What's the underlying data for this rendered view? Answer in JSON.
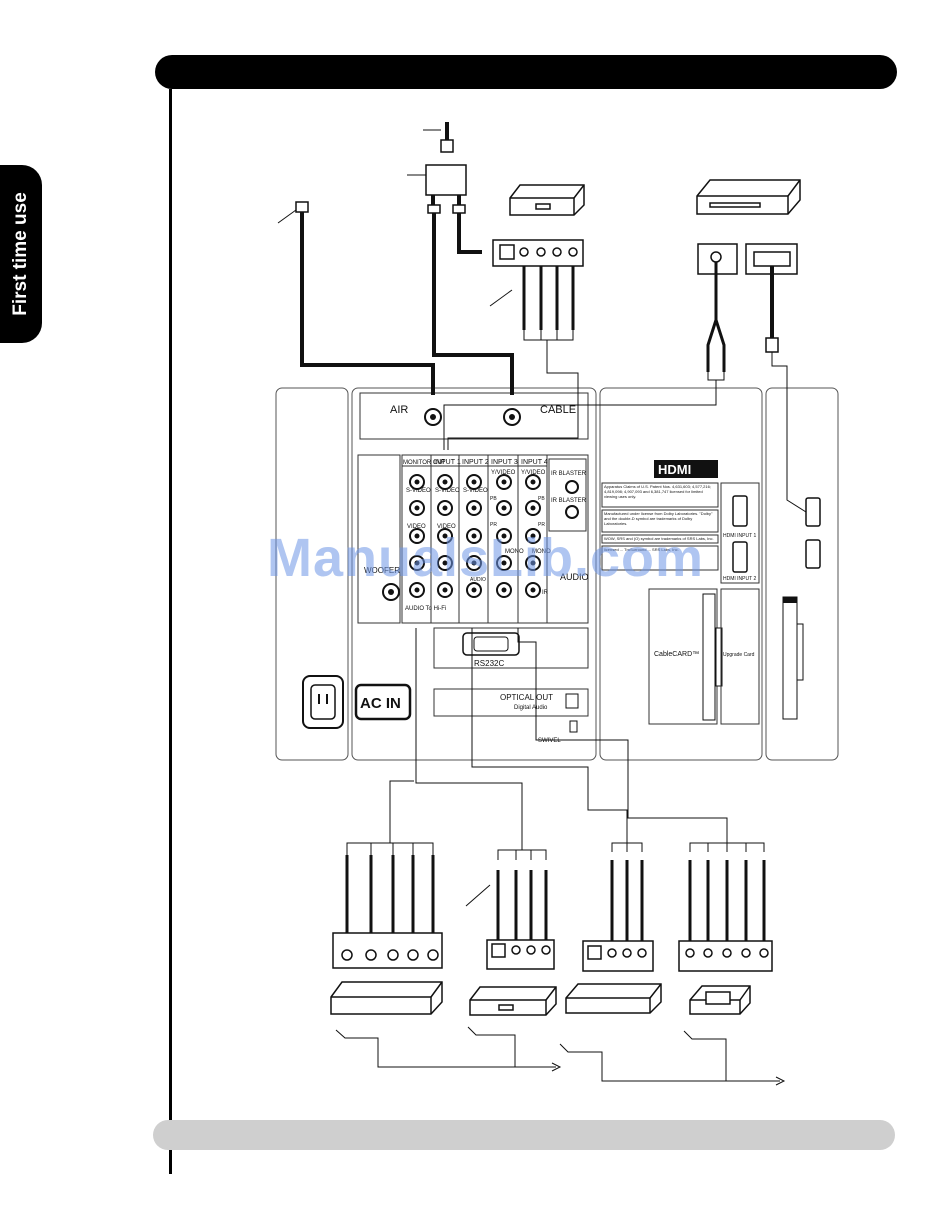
{
  "side_tab": {
    "label": "First time use"
  },
  "watermark": "ManualsLib.com",
  "panel": {
    "antenna": {
      "air": "AIR",
      "cable": "CABLE"
    },
    "inputs": {
      "monitor_out": "MONITOR OUT",
      "input1": "INPUT 1",
      "input2": "INPUT 2",
      "input3": "INPUT 3",
      "input4": "INPUT 4",
      "ir_blaster_1": "IR BLASTER",
      "ir_blaster_2": "IR BLASTER",
      "s_video_1": "S-VIDEO",
      "s_video_2": "S-VIDEO",
      "s_video_3": "S-VIDEO",
      "y_video_3": "Y/VIDEO",
      "y_video_4": "Y/VIDEO",
      "video_1": "VIDEO",
      "video_2": "VIDEO",
      "pb_3": "PB",
      "pb_4": "PB",
      "pr_3": "PR",
      "pr_4": "PR",
      "mono_3": "MONO",
      "mono_4": "MONO",
      "woofer": "WOOFER",
      "audio_label": "AUDIO",
      "audio_to_hifi": "AUDIO To Hi-Fi",
      "audio_side": "AUDIO",
      "ir": "IR"
    },
    "rs232c": "RS232C",
    "optical_out": "OPTICAL OUT",
    "digital_audio": "Digital Audio",
    "swivel": "SWIVEL",
    "ac_in": "AC IN",
    "hdmi": {
      "logo": "HDMI",
      "hdmi_input_1": "HDMI INPUT 1",
      "hdmi_input_2": "HDMI INPUT 2",
      "legal_1": "Apparatus Claims of U.S. Patent Nos. 4,631,603; 4,577,216; 4,819,098; 4,907,093 and 6,381,747 licensed for limited viewing uses only.",
      "legal_2": "Manufactured under license from Dolby Laboratories. \"Dolby\" and the double-D symbol are trademarks of Dolby Laboratories.",
      "legal_3": "WOW, SRS and (O) symbol are trademarks of SRS Labs, Inc.",
      "legal_4": "licensed ... TruSurround ... SRS Labs, Inc."
    },
    "cablecard": "CableCARD™",
    "upgrade_card": "Upgrade Card"
  }
}
